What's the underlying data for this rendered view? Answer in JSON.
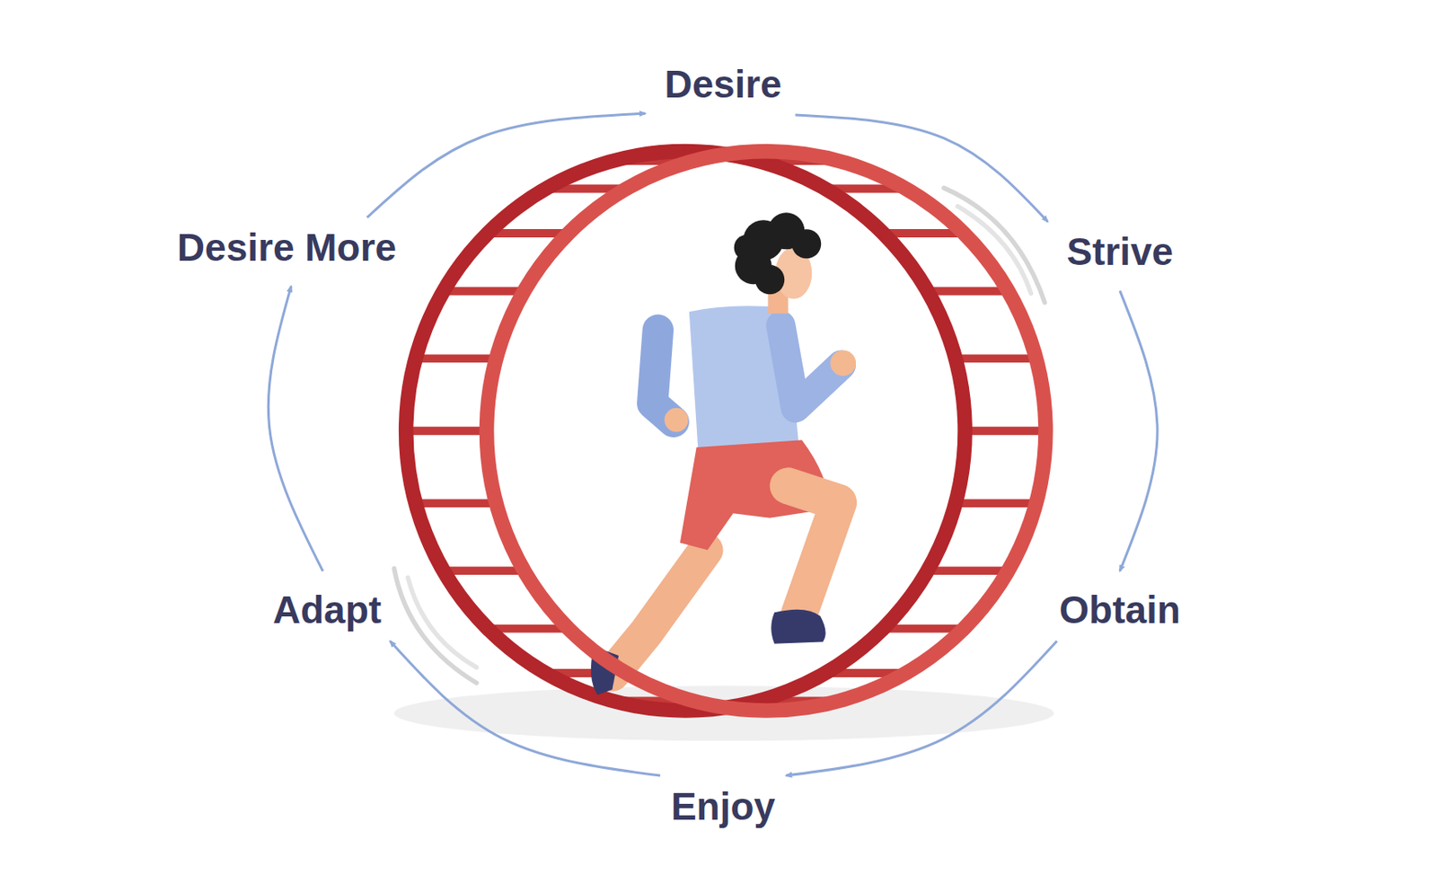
{
  "diagram": {
    "nodes": [
      {
        "text": [
          "Desire"
        ]
      },
      {
        "text": [
          "Strive"
        ]
      },
      {
        "text": [
          "Obtain"
        ]
      },
      {
        "text": [
          "Enjoy"
        ]
      },
      {
        "text": [
          "Adapt"
        ]
      },
      {
        "text": [
          "Desire More"
        ]
      }
    ],
    "edges": [
      {
        "from": 0,
        "to": 1,
        "arrow": "to"
      },
      {
        "from": 1,
        "to": 2,
        "arrow": "to"
      },
      {
        "from": 2,
        "to": 3,
        "arrow": "to"
      },
      {
        "from": 3,
        "to": 4,
        "arrow": "to"
      },
      {
        "from": 4,
        "to": 5,
        "arrow": "to"
      },
      {
        "from": 5,
        "to": 0,
        "arrow": "to"
      }
    ]
  }
}
